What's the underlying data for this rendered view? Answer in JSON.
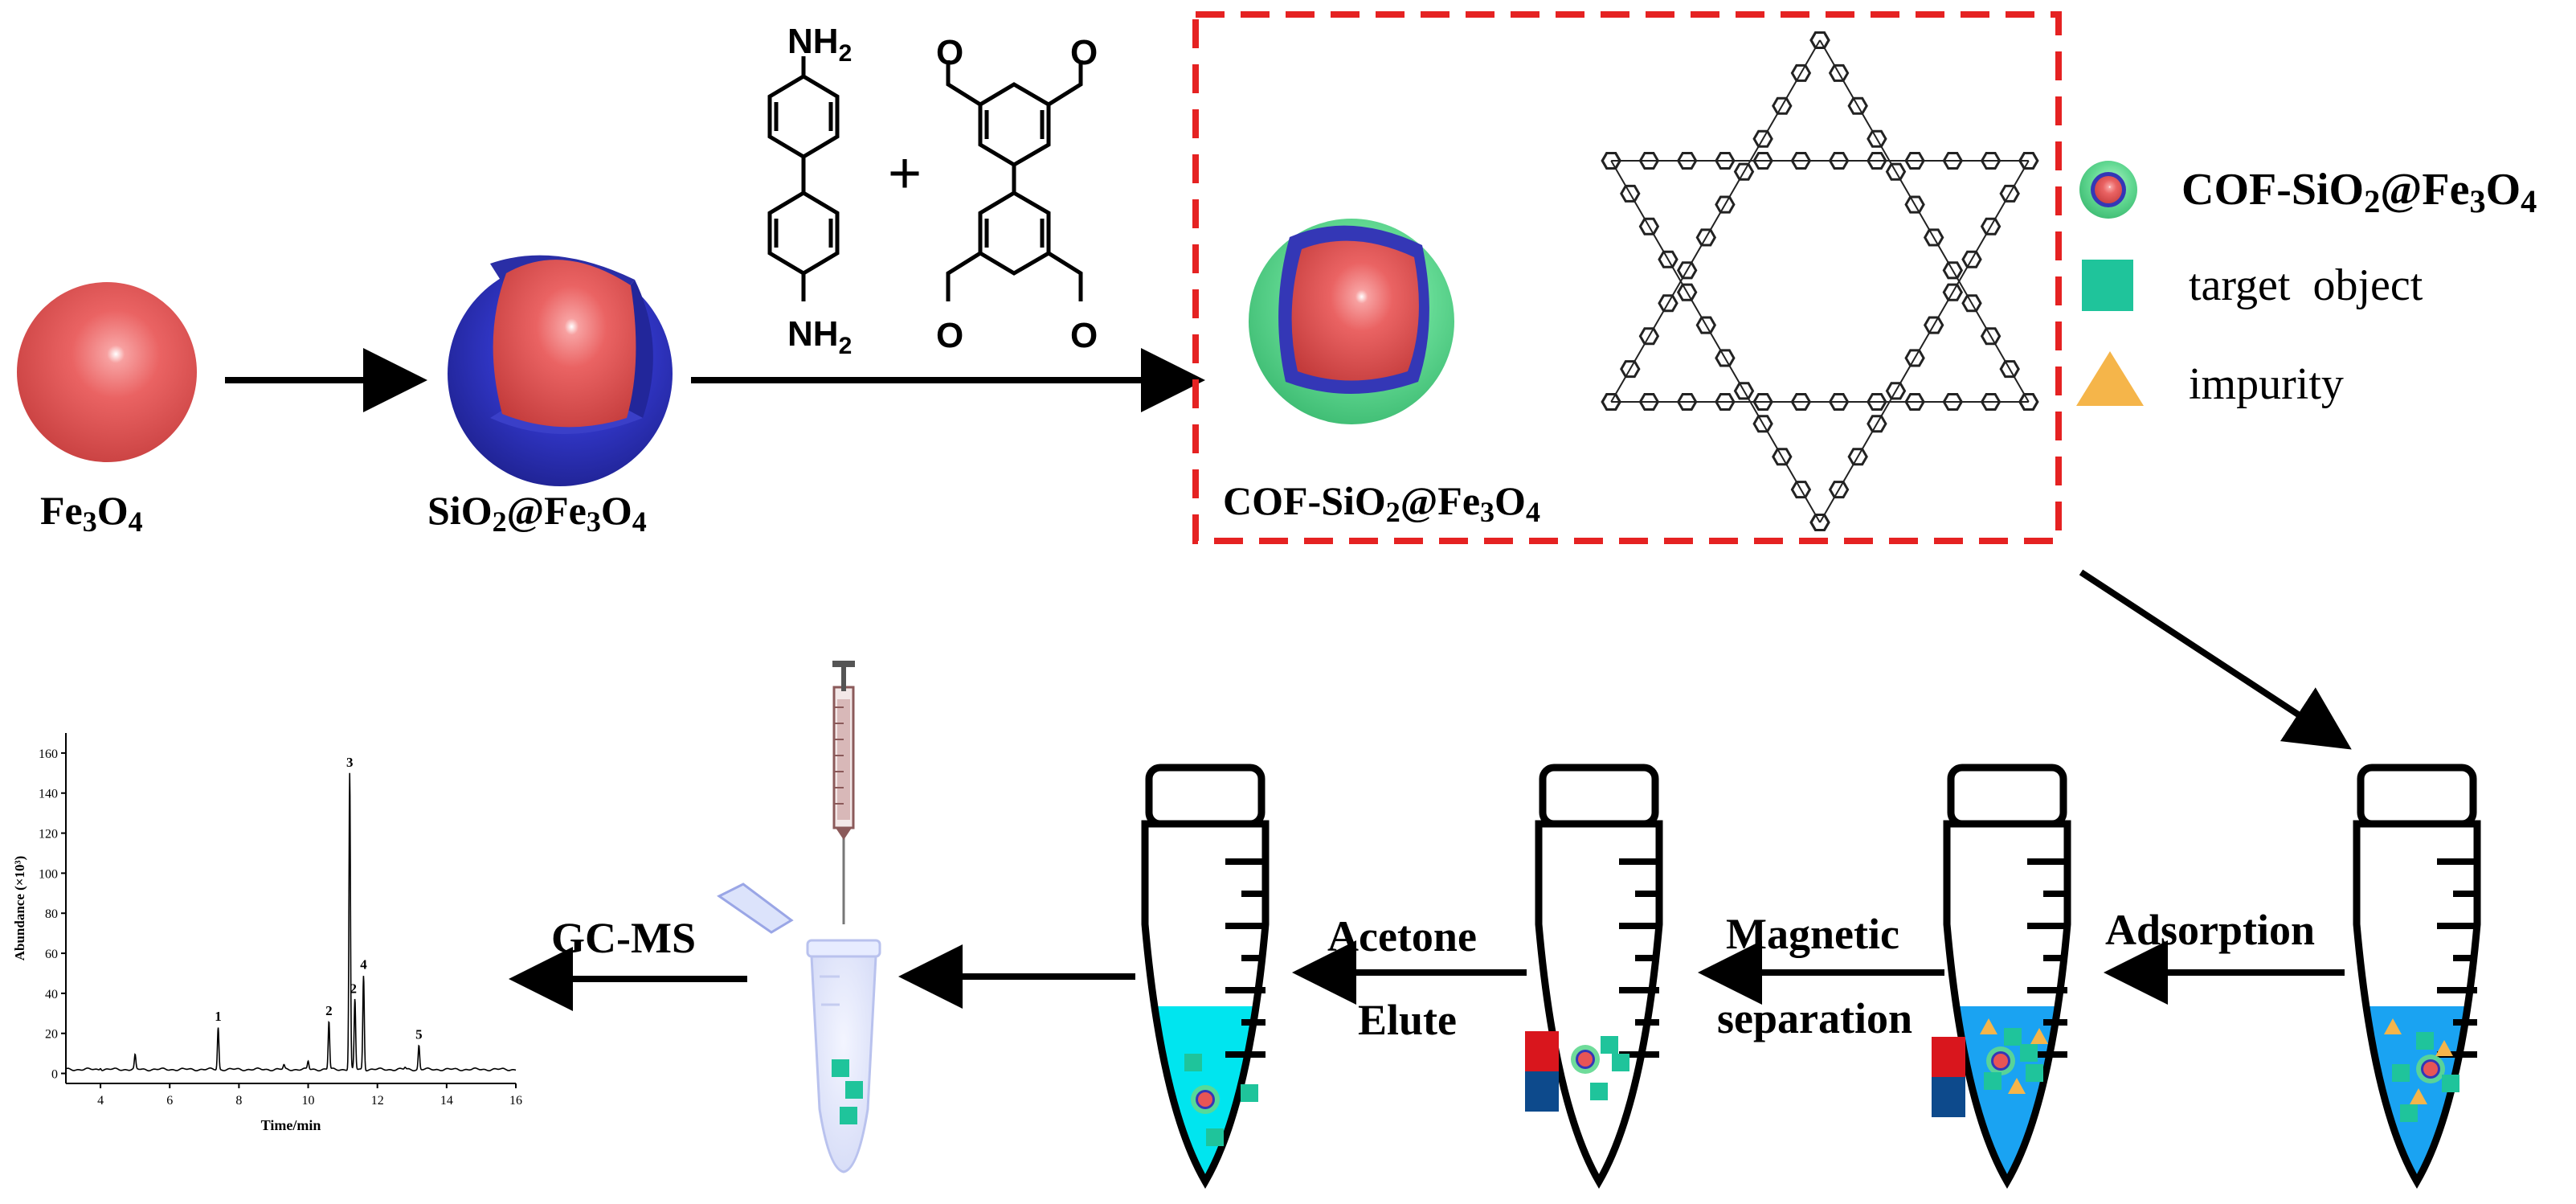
{
  "materials": {
    "fe3o4": {
      "main": "Fe",
      "s1": "3",
      "mid": "O",
      "s2": "4"
    },
    "sio2_fe3o4": {
      "a": "SiO",
      "s0": "2",
      "b": "@Fe",
      "s1": "3",
      "c": "O",
      "s2": "4"
    },
    "cof": {
      "a": "COF-SiO",
      "s0": "2",
      "b": "@Fe",
      "s1": "3",
      "c": "O",
      "s2": "4"
    }
  },
  "monomers": {
    "diamine_top": "NH",
    "diamine_top_sub": "2",
    "diamine_bottom": "NH",
    "diamine_bottom_sub": "2",
    "plus": "+",
    "aldehyde_o": "O"
  },
  "legend": [
    {
      "name": "legend-cof",
      "a": "COF-SiO",
      "s0": "2",
      "b": "@Fe",
      "s1": "3",
      "c": "O",
      "s2": "4"
    },
    {
      "name": "legend-target",
      "text": "target  object"
    },
    {
      "name": "legend-impurity",
      "text": "impurity"
    }
  ],
  "steps": {
    "adsorption": "Adsorption",
    "magnetic_1": "Magnetic",
    "magnetic_2": "separation",
    "acetone_1": "Acetone",
    "acetone_2": "Elute",
    "gcms": "GC-MS"
  },
  "colors": {
    "core_red": "#e85555",
    "silica_blue": "#2b2fb3",
    "cof_green": "#5fd88f",
    "target": "#1fc49b",
    "impurity": "#f5b54a",
    "frame_red": "#e52222",
    "liquid_cyan": "#00e5ef",
    "liquid_blue": "#1aa3f2",
    "magnet_red": "#d9161d",
    "magnet_blue": "#0d4a8c"
  },
  "chart_data": {
    "type": "line",
    "title": "",
    "xlabel": "Time/min",
    "ylabel": "Abundance (×10³)",
    "xlim": [
      3,
      16
    ],
    "ylim": [
      -5,
      170
    ],
    "xticks": [
      4,
      6,
      8,
      10,
      12,
      14,
      16
    ],
    "yticks": [
      0,
      20,
      40,
      60,
      80,
      100,
      120,
      140,
      160
    ],
    "baseline": 2,
    "peaks": [
      {
        "label": "",
        "x": 4.0,
        "y": 3
      },
      {
        "label": "",
        "x": 5.0,
        "y": 9
      },
      {
        "label": "1",
        "x": 7.4,
        "y": 23
      },
      {
        "label": "",
        "x": 9.3,
        "y": 4
      },
      {
        "label": "",
        "x": 10.0,
        "y": 6
      },
      {
        "label": "2",
        "x": 10.6,
        "y": 26
      },
      {
        "label": "3",
        "x": 11.2,
        "y": 150
      },
      {
        "label": "2",
        "x": 11.35,
        "y": 37
      },
      {
        "label": "4",
        "x": 11.6,
        "y": 49
      },
      {
        "label": "",
        "x": 12.8,
        "y": 3
      },
      {
        "label": "5",
        "x": 13.2,
        "y": 14
      }
    ]
  }
}
